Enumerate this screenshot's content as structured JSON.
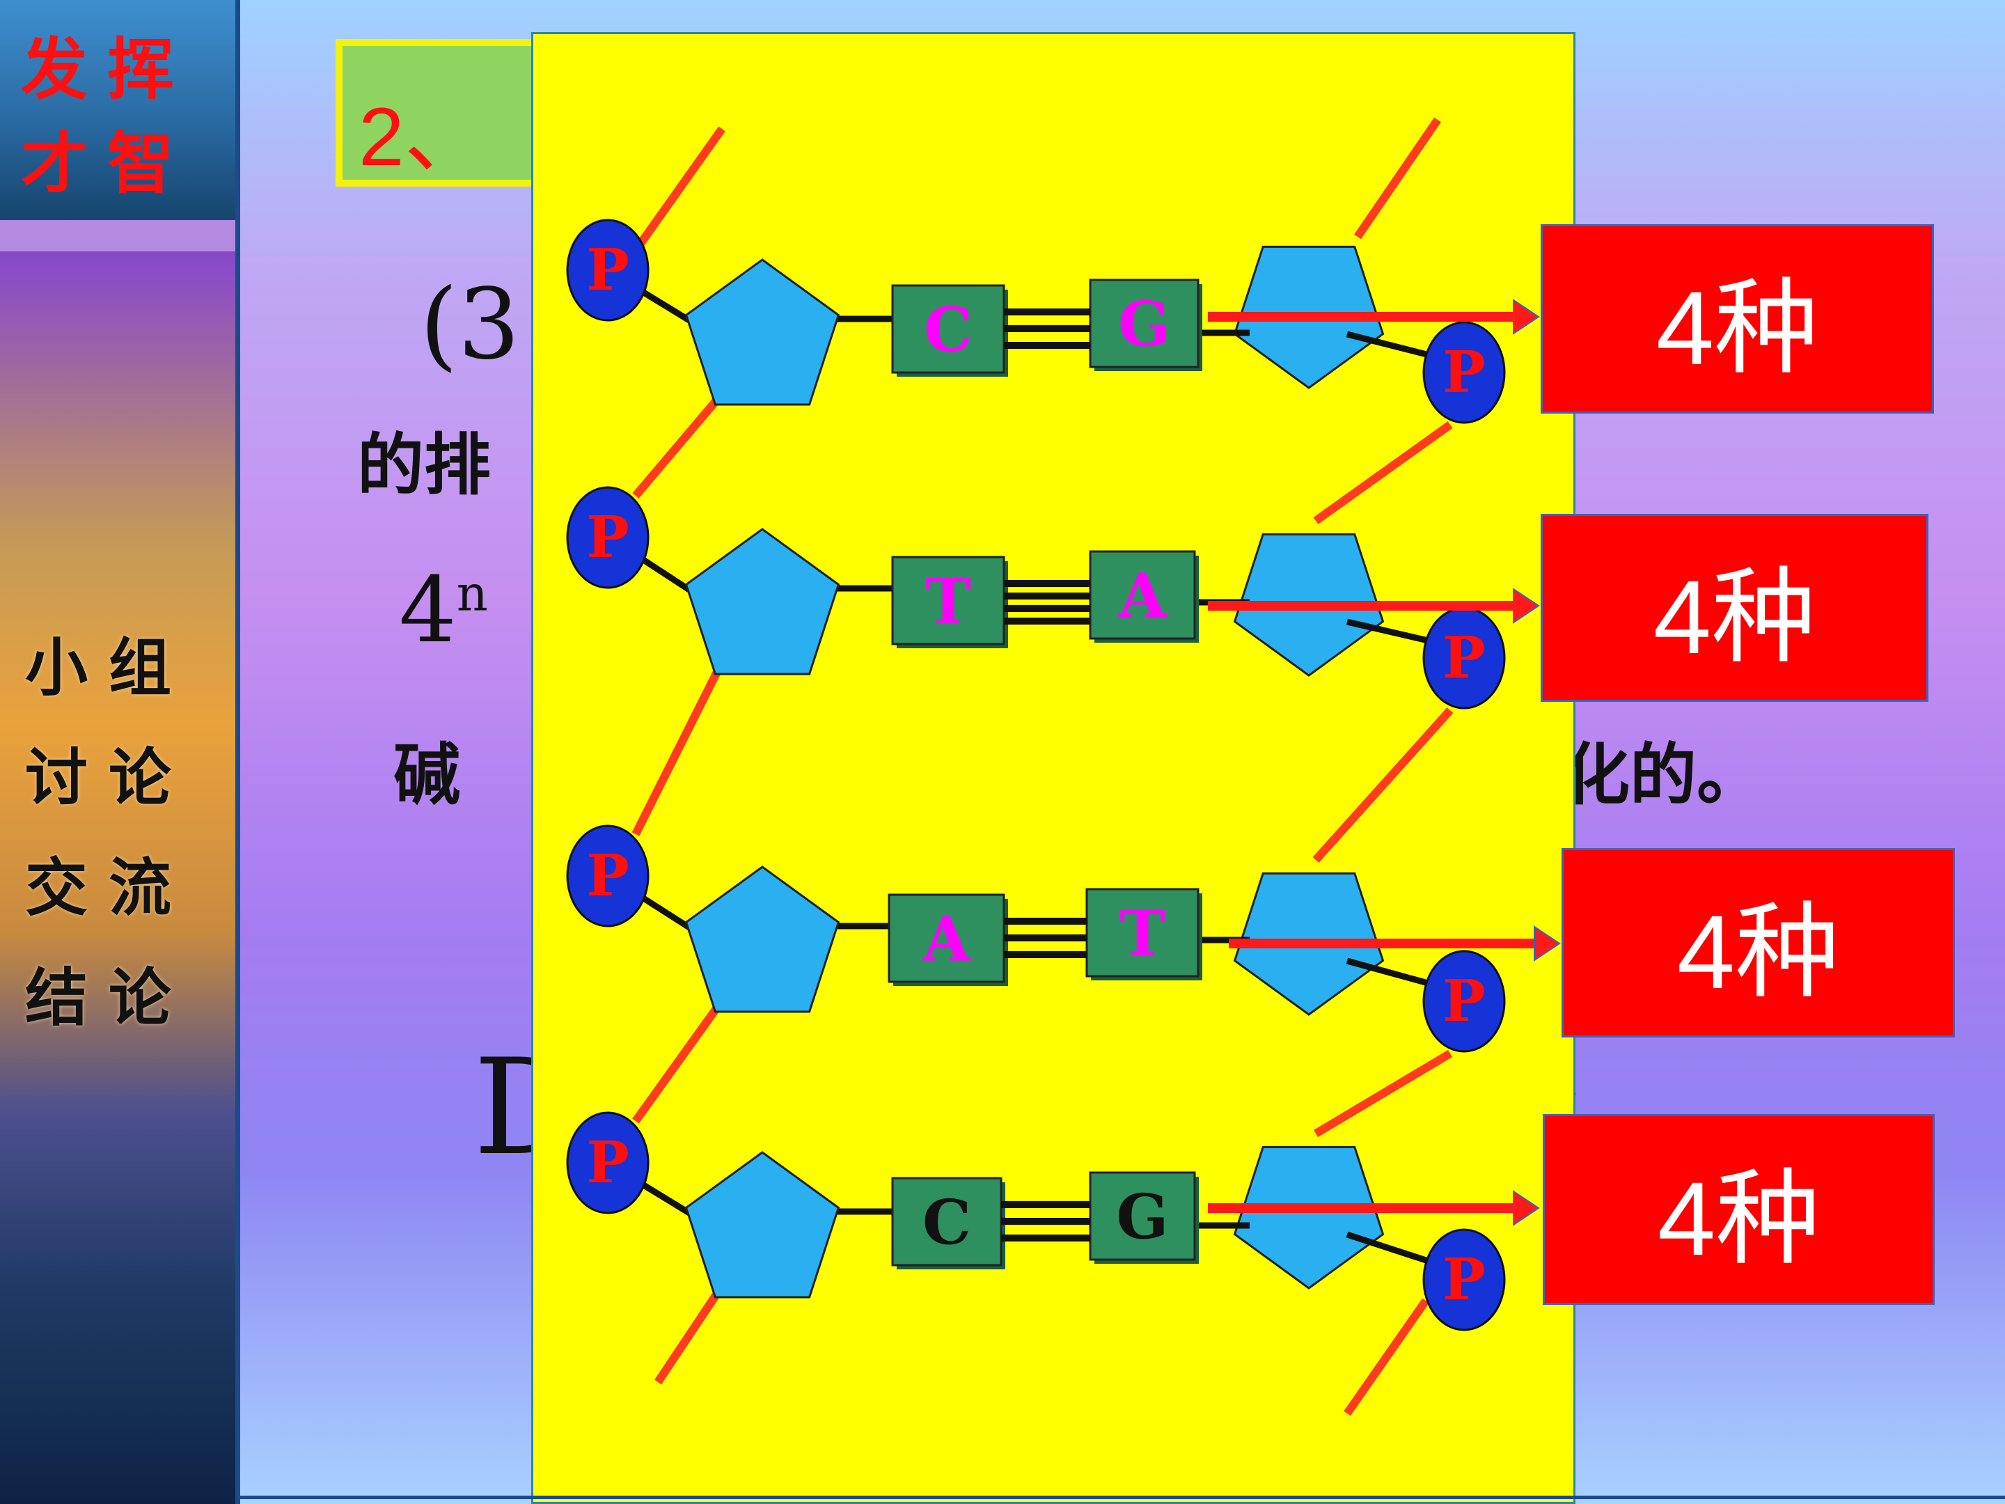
{
  "sidebar": {
    "title": "发挥才智",
    "note": "小组讨论交流结论"
  },
  "slide": {
    "heading": "2、",
    "question_prefix": "(3",
    "line2": "的排",
    "formula_base": "4",
    "formula_exp": "n",
    "line3_left": "碱",
    "line3_right": "化的。",
    "line4_left": "D",
    "line4_right": ":"
  },
  "diagram": {
    "phosphate_label": "P",
    "pairs": [
      {
        "left_base": "C",
        "right_base": "G",
        "bonds": 3,
        "label_color": "#ff00ff",
        "kind": "4种"
      },
      {
        "left_base": "T",
        "right_base": "A",
        "bonds": 4,
        "label_color": "#ff00ff",
        "kind": "4种"
      },
      {
        "left_base": "A",
        "right_base": "T",
        "bonds": 3,
        "label_color": "#ff00ff",
        "kind": "4种"
      },
      {
        "left_base": "C",
        "right_base": "G",
        "bonds": 3,
        "label_color": "#111111",
        "kind": "4种"
      }
    ],
    "colors": {
      "overlay": "#ffff00",
      "sugar": "#2ab0f0",
      "base": "#2e8f5f",
      "phosphate": "#1533d6",
      "phosphate_text": "#ff1010",
      "backbone": "#ff3b1e",
      "arrow": "#ff1a1a",
      "kind_box": "#ff0000"
    }
  }
}
